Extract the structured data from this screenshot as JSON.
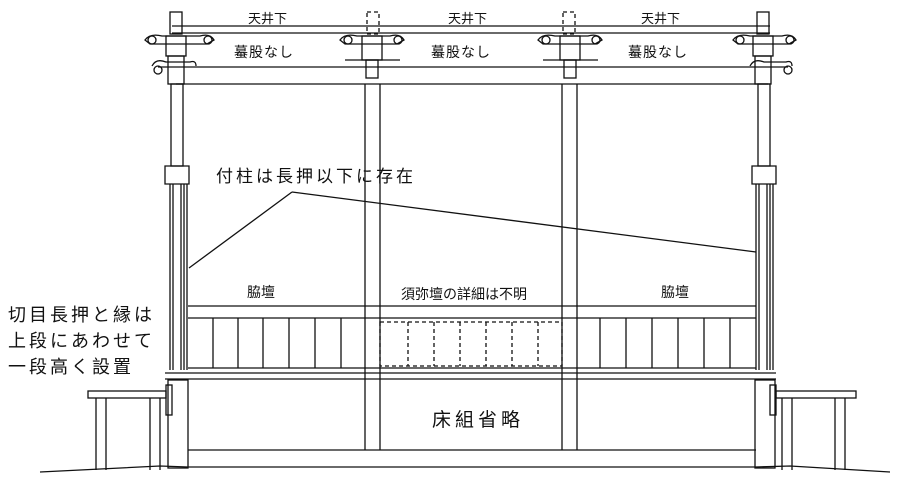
{
  "labels": {
    "ceiling_left": "天井下",
    "ceiling_mid": "天井下",
    "ceiling_right": "天井下",
    "kaerumata_left": "蟇股なし",
    "kaerumata_mid": "蟇股なし",
    "kaerumata_right": "蟇股なし",
    "tsukebashira_note": "付柱は長押以下に存在",
    "wakikabe_left": "脇壇",
    "shumidan_note": "須弥壇の詳細は不明",
    "wakikabe_right": "脇壇",
    "side_note_line1": "切目長押と縁は",
    "side_note_line2": "上段にあわせて",
    "side_note_line3": "一段高く設置",
    "floor_note": "床組省略"
  }
}
